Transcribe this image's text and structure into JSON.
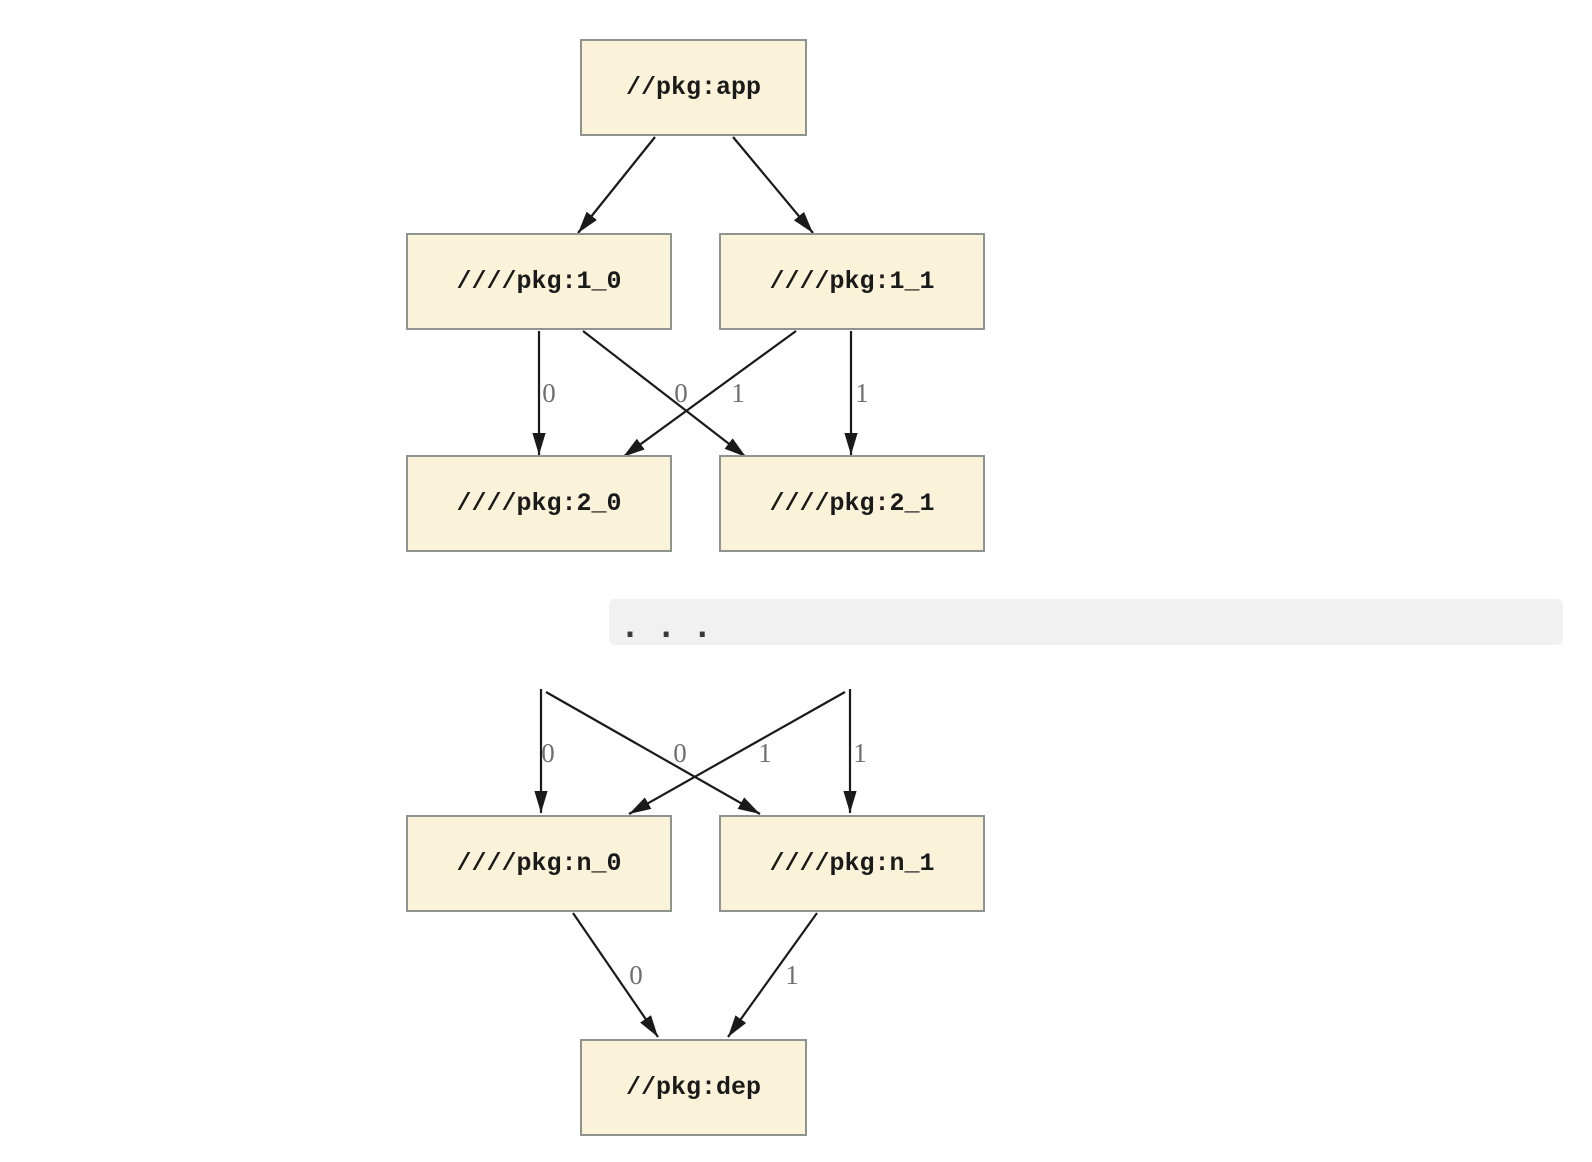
{
  "diagram": {
    "type": "dependency-graph",
    "description": "Package dependency version graph from //pkg:app through versioned packages down to //pkg:dep",
    "nodes": {
      "app": {
        "label": "//pkg:app"
      },
      "v1_0": {
        "label": "////pkg:1_0"
      },
      "v1_1": {
        "label": "////pkg:1_1"
      },
      "v2_0": {
        "label": "////pkg:2_0"
      },
      "v2_1": {
        "label": "////pkg:2_1"
      },
      "vn_0": {
        "label": "////pkg:n_0"
      },
      "vn_1": {
        "label": "////pkg:n_1"
      },
      "dep": {
        "label": "//pkg:dep"
      }
    },
    "edges": [
      {
        "from": "//pkg:app",
        "to": "////pkg:1_0",
        "label": ""
      },
      {
        "from": "//pkg:app",
        "to": "////pkg:1_1",
        "label": ""
      },
      {
        "from": "////pkg:1_0",
        "to": "////pkg:2_0",
        "label": "0"
      },
      {
        "from": "////pkg:1_0",
        "to": "////pkg:2_1",
        "label": "1"
      },
      {
        "from": "////pkg:1_1",
        "to": "////pkg:2_0",
        "label": "0"
      },
      {
        "from": "////pkg:1_1",
        "to": "////pkg:2_1",
        "label": "1"
      },
      {
        "from": "...",
        "to": "////pkg:n_0",
        "label": "0"
      },
      {
        "from": "...",
        "to": "////pkg:n_1",
        "label": "1"
      },
      {
        "from": "...",
        "to": "////pkg:n_0",
        "label": "0"
      },
      {
        "from": "...",
        "to": "////pkg:n_1",
        "label": "1"
      },
      {
        "from": "////pkg:n_0",
        "to": "//pkg:dep",
        "label": "0"
      },
      {
        "from": "////pkg:n_1",
        "to": "//pkg:dep",
        "label": "1"
      }
    ],
    "ellipsis": ". . .",
    "colors": {
      "node_fill": "#fbf3d9",
      "node_border": "#8f948e",
      "node_text": "#1a1a1a",
      "edge": "#1a1a1a",
      "edge_label": "#6f6f6f",
      "band": "#f1f1f1",
      "dots": "#3a3a3a"
    }
  }
}
